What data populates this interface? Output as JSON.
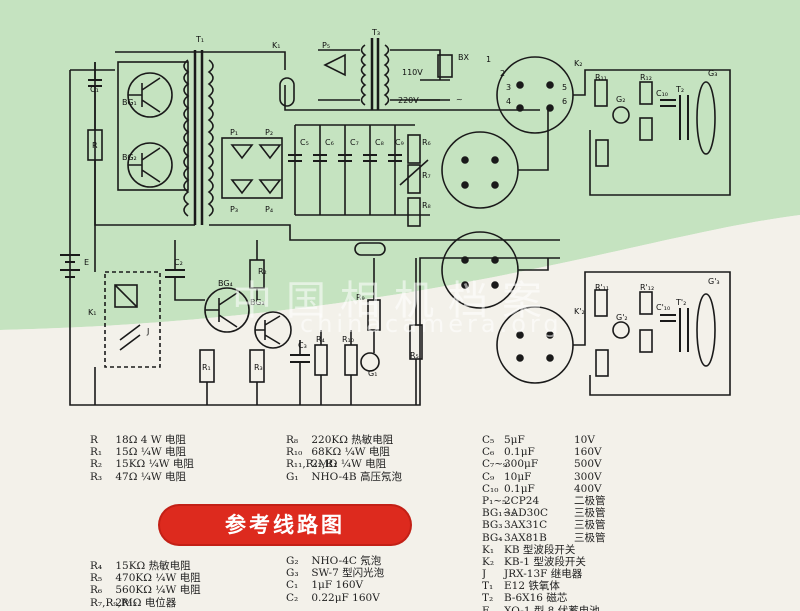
{
  "watermark": {
    "chinese": "中国相机档案",
    "url": "chinacamera.org"
  },
  "diagram_labels": {
    "transformer_t1": "T₁",
    "transformer_t3": "T₃",
    "switch_k1_top": "K₁",
    "bg1": "BG₁",
    "bg2": "BG₂",
    "bg3": "BG₃",
    "bg4": "BG₄",
    "p5": "P₅",
    "bx": "BX",
    "v110": "110V",
    "v220": "220V",
    "ac": "~",
    "c1": "C₁",
    "c2": "C₂",
    "c3": "C₃",
    "c5": "C₅",
    "c6": "C₆",
    "c7": "C₇",
    "c8": "C₈",
    "c9": "C₉",
    "c10": "C₁₀",
    "c10p": "C'₁₀",
    "p1": "P₁",
    "p2": "P₂",
    "p3": "P₃",
    "p4": "P₄",
    "r": "R",
    "r1": "R₁",
    "r2": "R₂",
    "r3": "R₃",
    "r4": "R₄",
    "r5": "R₅",
    "r6": "R₆",
    "r7": "R₇",
    "r8": "R₈",
    "r9": "R₉",
    "r10": "R₁₀",
    "r11": "R₁₁",
    "r11p": "R'₁₁",
    "r12": "R₁₂",
    "r12p": "R'₁₂",
    "g1": "G₁",
    "g2": "G₂",
    "g2p": "G'₂",
    "g3": "G₃",
    "g3p": "G'₃",
    "t2": "T₂",
    "t2p": "T'₂",
    "k2": "K₂",
    "k2p": "K'₂",
    "e": "E",
    "k1": "K₁",
    "j": "J",
    "pin1": "1",
    "pin2": "2",
    "pin3": "3",
    "pin4": "4",
    "pin5": "5",
    "pin6": "6"
  },
  "parts_list": {
    "col_a": [
      {
        "ref": "R",
        "desc": "18Ω  4 W  电阻"
      },
      {
        "ref": "R₁",
        "desc": "15Ω  ¼W  电阻"
      },
      {
        "ref": "R₂",
        "desc": "15KΩ  ¼W  电阻"
      },
      {
        "ref": "R₃",
        "desc": "47Ω  ¼W  电阻"
      }
    ],
    "col_b": [
      {
        "ref": "R₈",
        "desc": "220KΩ  热敏电阻"
      },
      {
        "ref": "R₁₀",
        "desc": "68KΩ  ¼W  电阻"
      },
      {
        "ref": "R₁₁,R₁₂,R₁",
        "desc": "2MΩ  ¼W  电阻"
      },
      {
        "ref": "G₁",
        "desc": "NHO-4B  高压氖泡"
      }
    ],
    "col_c": [
      {
        "ref": "C₅",
        "val": "5μF",
        "rating": "10V"
      },
      {
        "ref": "C₆",
        "val": "0.1μF",
        "rating": "160V"
      },
      {
        "ref": "C₇~₉",
        "val": "300μF",
        "rating": "500V"
      },
      {
        "ref": "C₉",
        "val": "10μF",
        "rating": "300V"
      },
      {
        "ref": "C₁₀",
        "val": "0.1μF",
        "rating": "400V"
      },
      {
        "ref": "P₁~₅",
        "val": "2CP24",
        "rating": "二极管"
      },
      {
        "ref": "BG₁~₂",
        "val": "3AD30C",
        "rating": "三极管"
      },
      {
        "ref": "BG₃",
        "val": "3AX31C",
        "rating": "三极管"
      },
      {
        "ref": "BG₄",
        "val": "3AX81B",
        "rating": "三极管"
      },
      {
        "ref": "K₁",
        "val": "KB 型波段开关",
        "rating": ""
      },
      {
        "ref": "K₂",
        "val": "KB-1 型波段开关",
        "rating": ""
      },
      {
        "ref": "J",
        "val": "JRX-13F  继电器",
        "rating": ""
      },
      {
        "ref": "T₁",
        "val": "E12  铁氧体",
        "rating": ""
      },
      {
        "ref": "T₂",
        "val": "B-6X16  磁芯",
        "rating": ""
      },
      {
        "ref": "E",
        "val": "XO-1 型 8 伏蓄电池",
        "rating": ""
      }
    ],
    "col_d": [
      {
        "ref": "R₄",
        "desc": "15KΩ  热敏电阻"
      },
      {
        "ref": "R₅",
        "desc": "470KΩ  ¼W  电阻"
      },
      {
        "ref": "R₆",
        "desc": "560KΩ  ¼W  电阻"
      },
      {
        "ref": "R₇,R₉,R₁₂",
        "desc": "2MΩ  电位器"
      }
    ],
    "col_e": [
      {
        "ref": "G₂",
        "desc": "NHO-4C  氖泡"
      },
      {
        "ref": "G₃",
        "desc": "SW-7 型闪光泡"
      },
      {
        "ref": "C₁",
        "desc": "1μF        160V"
      },
      {
        "ref": "C₂",
        "desc": "0.22μF      160V"
      }
    ]
  },
  "title_badge": "参考线路图",
  "colors": {
    "green_band": "#c5e3c0",
    "ink": "#1a1a1a",
    "badge_red": "#dd2a1e"
  }
}
